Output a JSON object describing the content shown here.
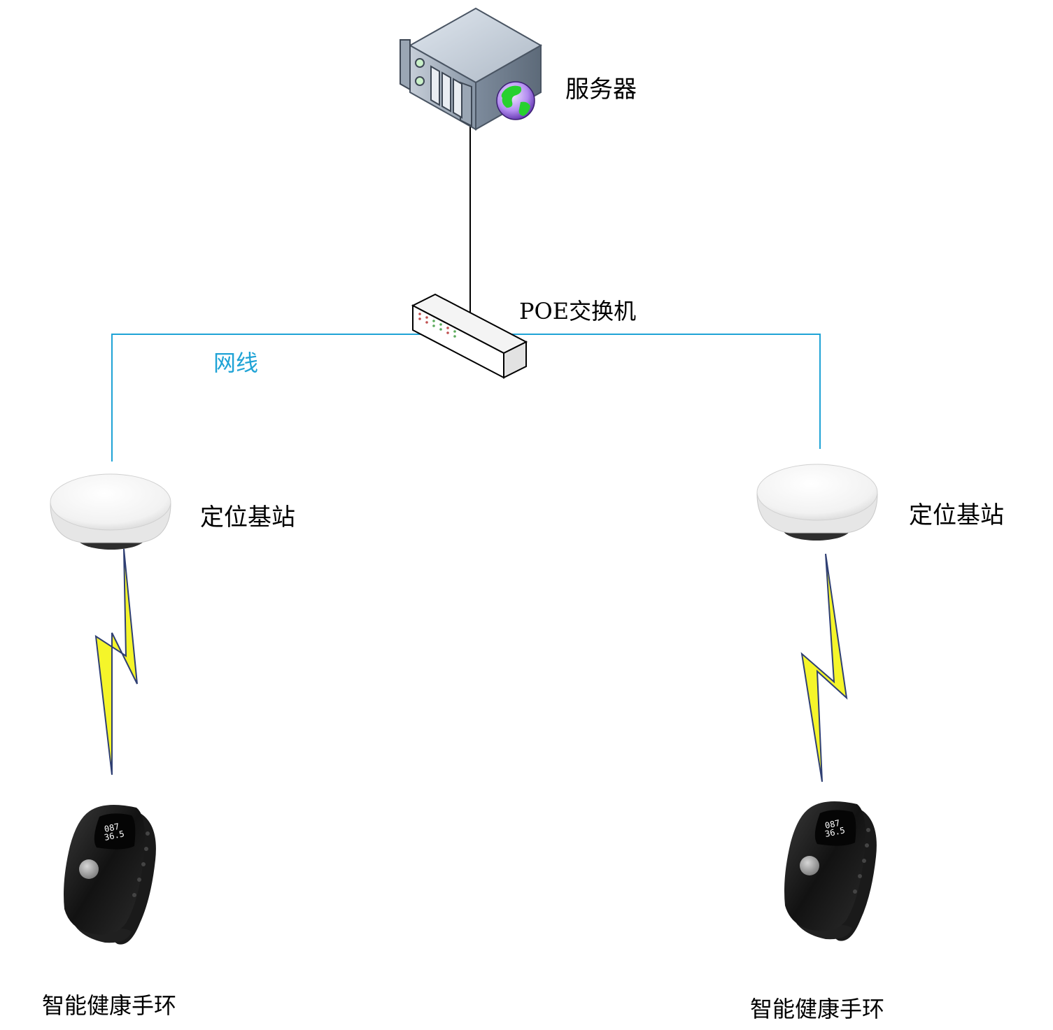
{
  "nodes": {
    "server": {
      "label": "服务器",
      "icon": "server-icon"
    },
    "switch": {
      "label": "POE交换机",
      "icon": "switch-icon"
    },
    "base_left": {
      "label": "定位基站",
      "icon": "base-station-icon"
    },
    "base_right": {
      "label": "定位基站",
      "icon": "base-station-icon"
    },
    "band_left": {
      "label": "智能健康手环",
      "icon": "wristband-icon",
      "screen_lines": [
        "087",
        "36.5"
      ]
    },
    "band_right": {
      "label": "智能健康手环",
      "icon": "wristband-icon",
      "screen_lines": [
        "087",
        "36.5"
      ]
    }
  },
  "edges": {
    "cable_label": "网线",
    "cable_color": "#1fa3d6",
    "wire_color": "#000000",
    "wireless_color": "#f5f52a"
  }
}
